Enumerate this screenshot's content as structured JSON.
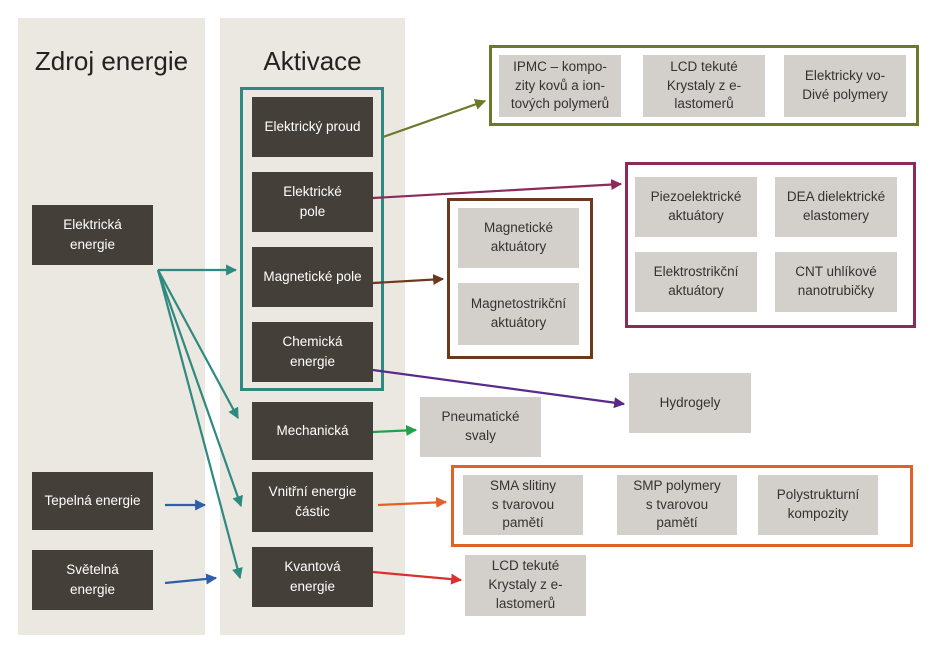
{
  "columns": {
    "source_title": "Zdroj energie",
    "activation_title": "Aktivace"
  },
  "sources": [
    "Elektrická\nenergie",
    "Tepelná energie",
    "Světelná\nenergie"
  ],
  "activations": [
    "Elektrický proud",
    "Elektrické\npole",
    "Magnetické pole",
    "Chemická\nenergie",
    "Mechanická",
    "Vnitřní energie\nčástic",
    "Kvantová\nenergie"
  ],
  "groups": {
    "current": [
      "IPMC – kompo-\nzity kovů a ion-\ntových polymerů",
      "LCD tekuté\nKrystaly z e-\nlastomerů",
      "Elektricky vo-\nDivé polymery"
    ],
    "field": [
      "Piezoelektrické\naktuátory",
      "DEA dielektrické\nelastomery",
      "Elektrostrikční\naktuátory",
      "CNT uhlíkové\nnanotrubičky"
    ],
    "magnetic": [
      "Magnetické\naktuátory",
      "Magnetostrikční\naktuátory"
    ],
    "chemical": "Hydrogely",
    "mechanical": "Pneumatické\nsvaly",
    "thermal": [
      "SMA slitiny\ns tvarovou\npamětí",
      "SMP polymery\ns tvarovou\npamětí",
      "Polystrukturní\nkompozity"
    ],
    "quantum": "LCD tekuté\nKrystaly z e-\nlastomerů"
  },
  "colors": {
    "teal": "#2e8a80",
    "olive": "#6b7a2a",
    "purple": "#8c2a5a",
    "brown": "#6b3a1e",
    "violet": "#5a2a8a",
    "green": "#22a04a",
    "orange": "#e0622a",
    "red": "#d93030",
    "blue": "#2f5fa8"
  }
}
